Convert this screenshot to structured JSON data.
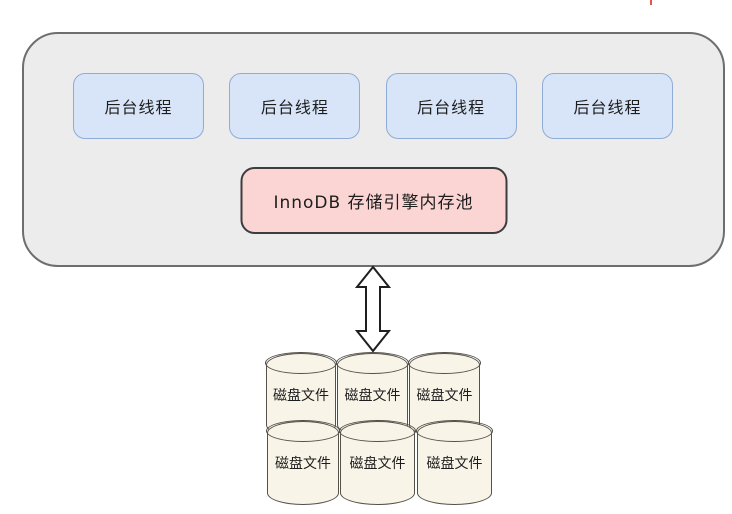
{
  "diagram": {
    "title": "InnoDB storage engine architecture diagram",
    "colors": {
      "background": "#ffffff",
      "engine_fill": "#ececec",
      "engine_border": "#6e6e6e",
      "thread_fill": "#d8e5f8",
      "thread_border": "#8fabd8",
      "memory_fill": "#fbd5d4",
      "memory_border": "#3d3d3d",
      "cylinder_fill": "#f8f4e8",
      "cylinder_border": "#54504a",
      "arrow_outline": "#1f1f1f",
      "red_mark": "#e2574c"
    }
  },
  "engine": {
    "threads": [
      "后台线程",
      "后台线程",
      "后台线程",
      "后台线程"
    ],
    "memory_pool_label": "InnoDB 存储引擎内存池"
  },
  "arrow": {
    "name": "double-headed-vertical-arrow"
  },
  "disks": {
    "labels": [
      "磁盘文件",
      "磁盘文件",
      "磁盘文件",
      "磁盘文件",
      "磁盘文件",
      "磁盘文件"
    ]
  }
}
